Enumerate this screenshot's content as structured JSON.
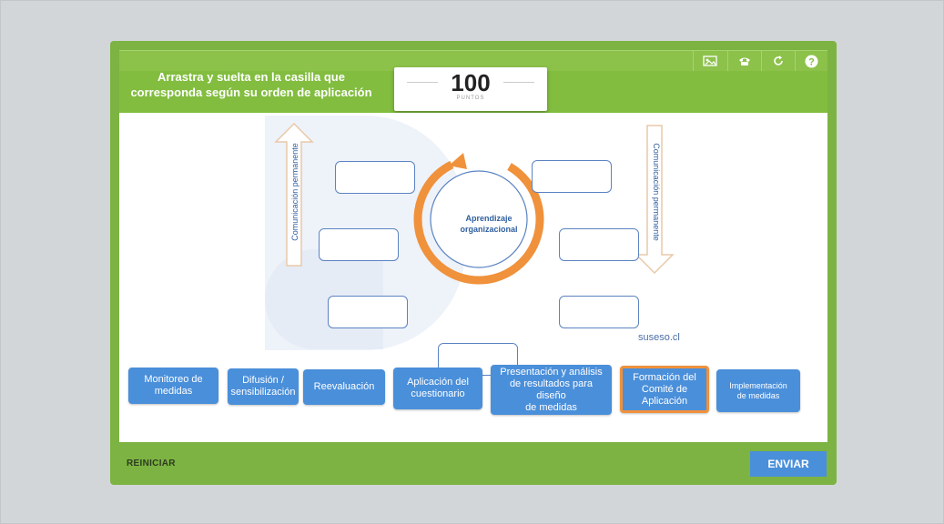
{
  "header": {
    "instruction_line1": "Arrastra y suelta en la casilla que",
    "instruction_line2": "corresponda según su orden de aplicación",
    "score": {
      "value": "100",
      "label": "PUNTOS"
    }
  },
  "toolbar": {
    "icons": [
      "image-icon",
      "phone-icon",
      "refresh-icon",
      "help-icon"
    ]
  },
  "diagram": {
    "left_arrow_label": "Comunicación permanente",
    "right_arrow_label": "Comunicación permanente",
    "center_line1": "Aprendizaje",
    "center_line2": "organizacional",
    "watermark": "suseso.cl",
    "colors": {
      "cycle": "#f0913b",
      "arrow": "#e8c9a8",
      "slot_border": "#5b83c2"
    }
  },
  "tiles": [
    {
      "line1": "Monitoreo de",
      "line2": "medidas",
      "line3": ""
    },
    {
      "line1": "Difusión /",
      "line2": "sensibilización",
      "line3": ""
    },
    {
      "line1": "Reevaluación",
      "line2": "",
      "line3": ""
    },
    {
      "line1": "Aplicación del",
      "line2": "cuestionario",
      "line3": ""
    },
    {
      "line1": "Presentación y análisis",
      "line2": "de resultados para diseño",
      "line3": "de medidas"
    },
    {
      "line1": "Formación del",
      "line2": "Comité de",
      "line3": "Aplicación"
    },
    {
      "line1": "Implementación",
      "line2": "de medidas",
      "line3": ""
    }
  ],
  "footer": {
    "reset_label": "REINICIAR",
    "send_label": "ENVIAR"
  },
  "colors": {
    "panel": "#7cb342",
    "tile": "#4a8fda",
    "selected_border": "#f0913b"
  }
}
